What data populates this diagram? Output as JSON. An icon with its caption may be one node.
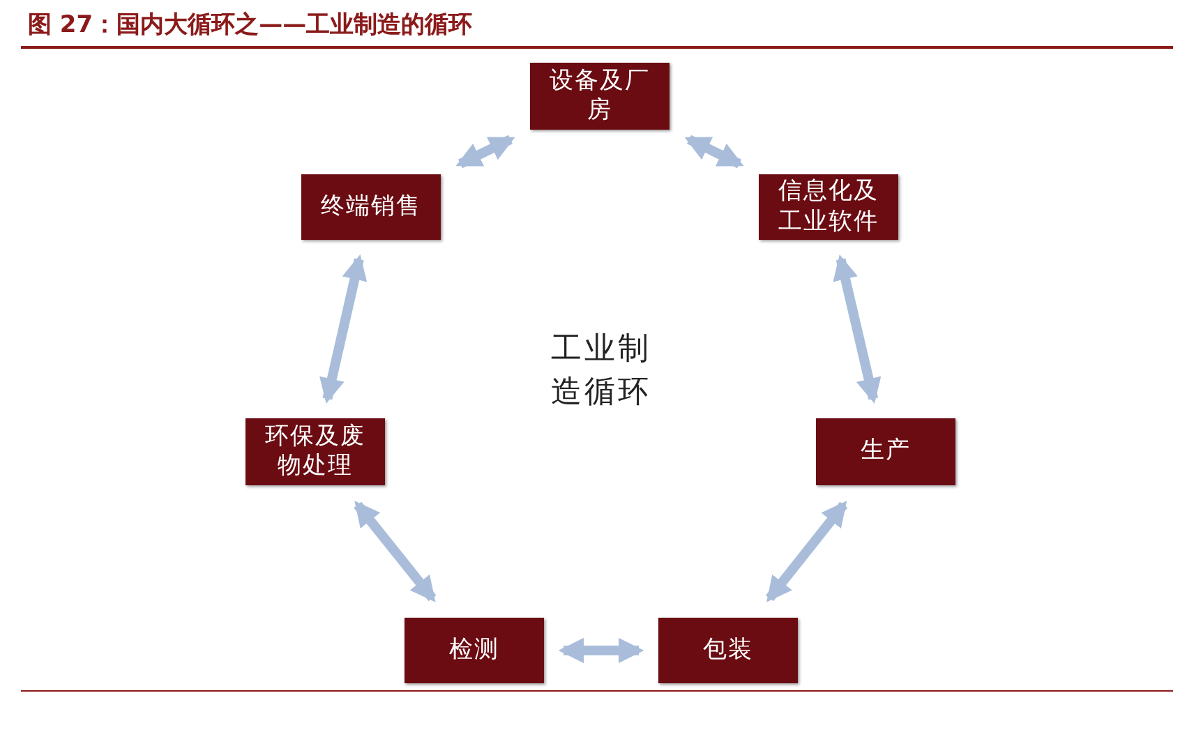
{
  "diagram": {
    "title": "图 27：国内大循环之——工业制造的循环",
    "nodes": [
      {
        "text": [
          "设备及厂房"
        ]
      },
      {
        "text": [
          "信息化及工业软件"
        ]
      },
      {
        "text": [
          "生产"
        ]
      },
      {
        "text": [
          "包装"
        ]
      },
      {
        "text": [
          "检测"
        ]
      },
      {
        "text": [
          "环保及废物处理"
        ]
      },
      {
        "text": [
          "终端销售"
        ]
      }
    ],
    "edges": [
      {
        "from": 0,
        "to": 1,
        "arrow": "both"
      },
      {
        "from": 1,
        "to": 2,
        "arrow": "both"
      },
      {
        "from": 2,
        "to": 3,
        "arrow": "both"
      },
      {
        "from": 3,
        "to": 4,
        "arrow": "both"
      },
      {
        "from": 4,
        "to": 5,
        "arrow": "both"
      },
      {
        "from": 5,
        "to": 6,
        "arrow": "both"
      },
      {
        "from": 6,
        "to": 0,
        "arrow": "both"
      }
    ],
    "labels": [
      "工业制造循环"
    ]
  }
}
